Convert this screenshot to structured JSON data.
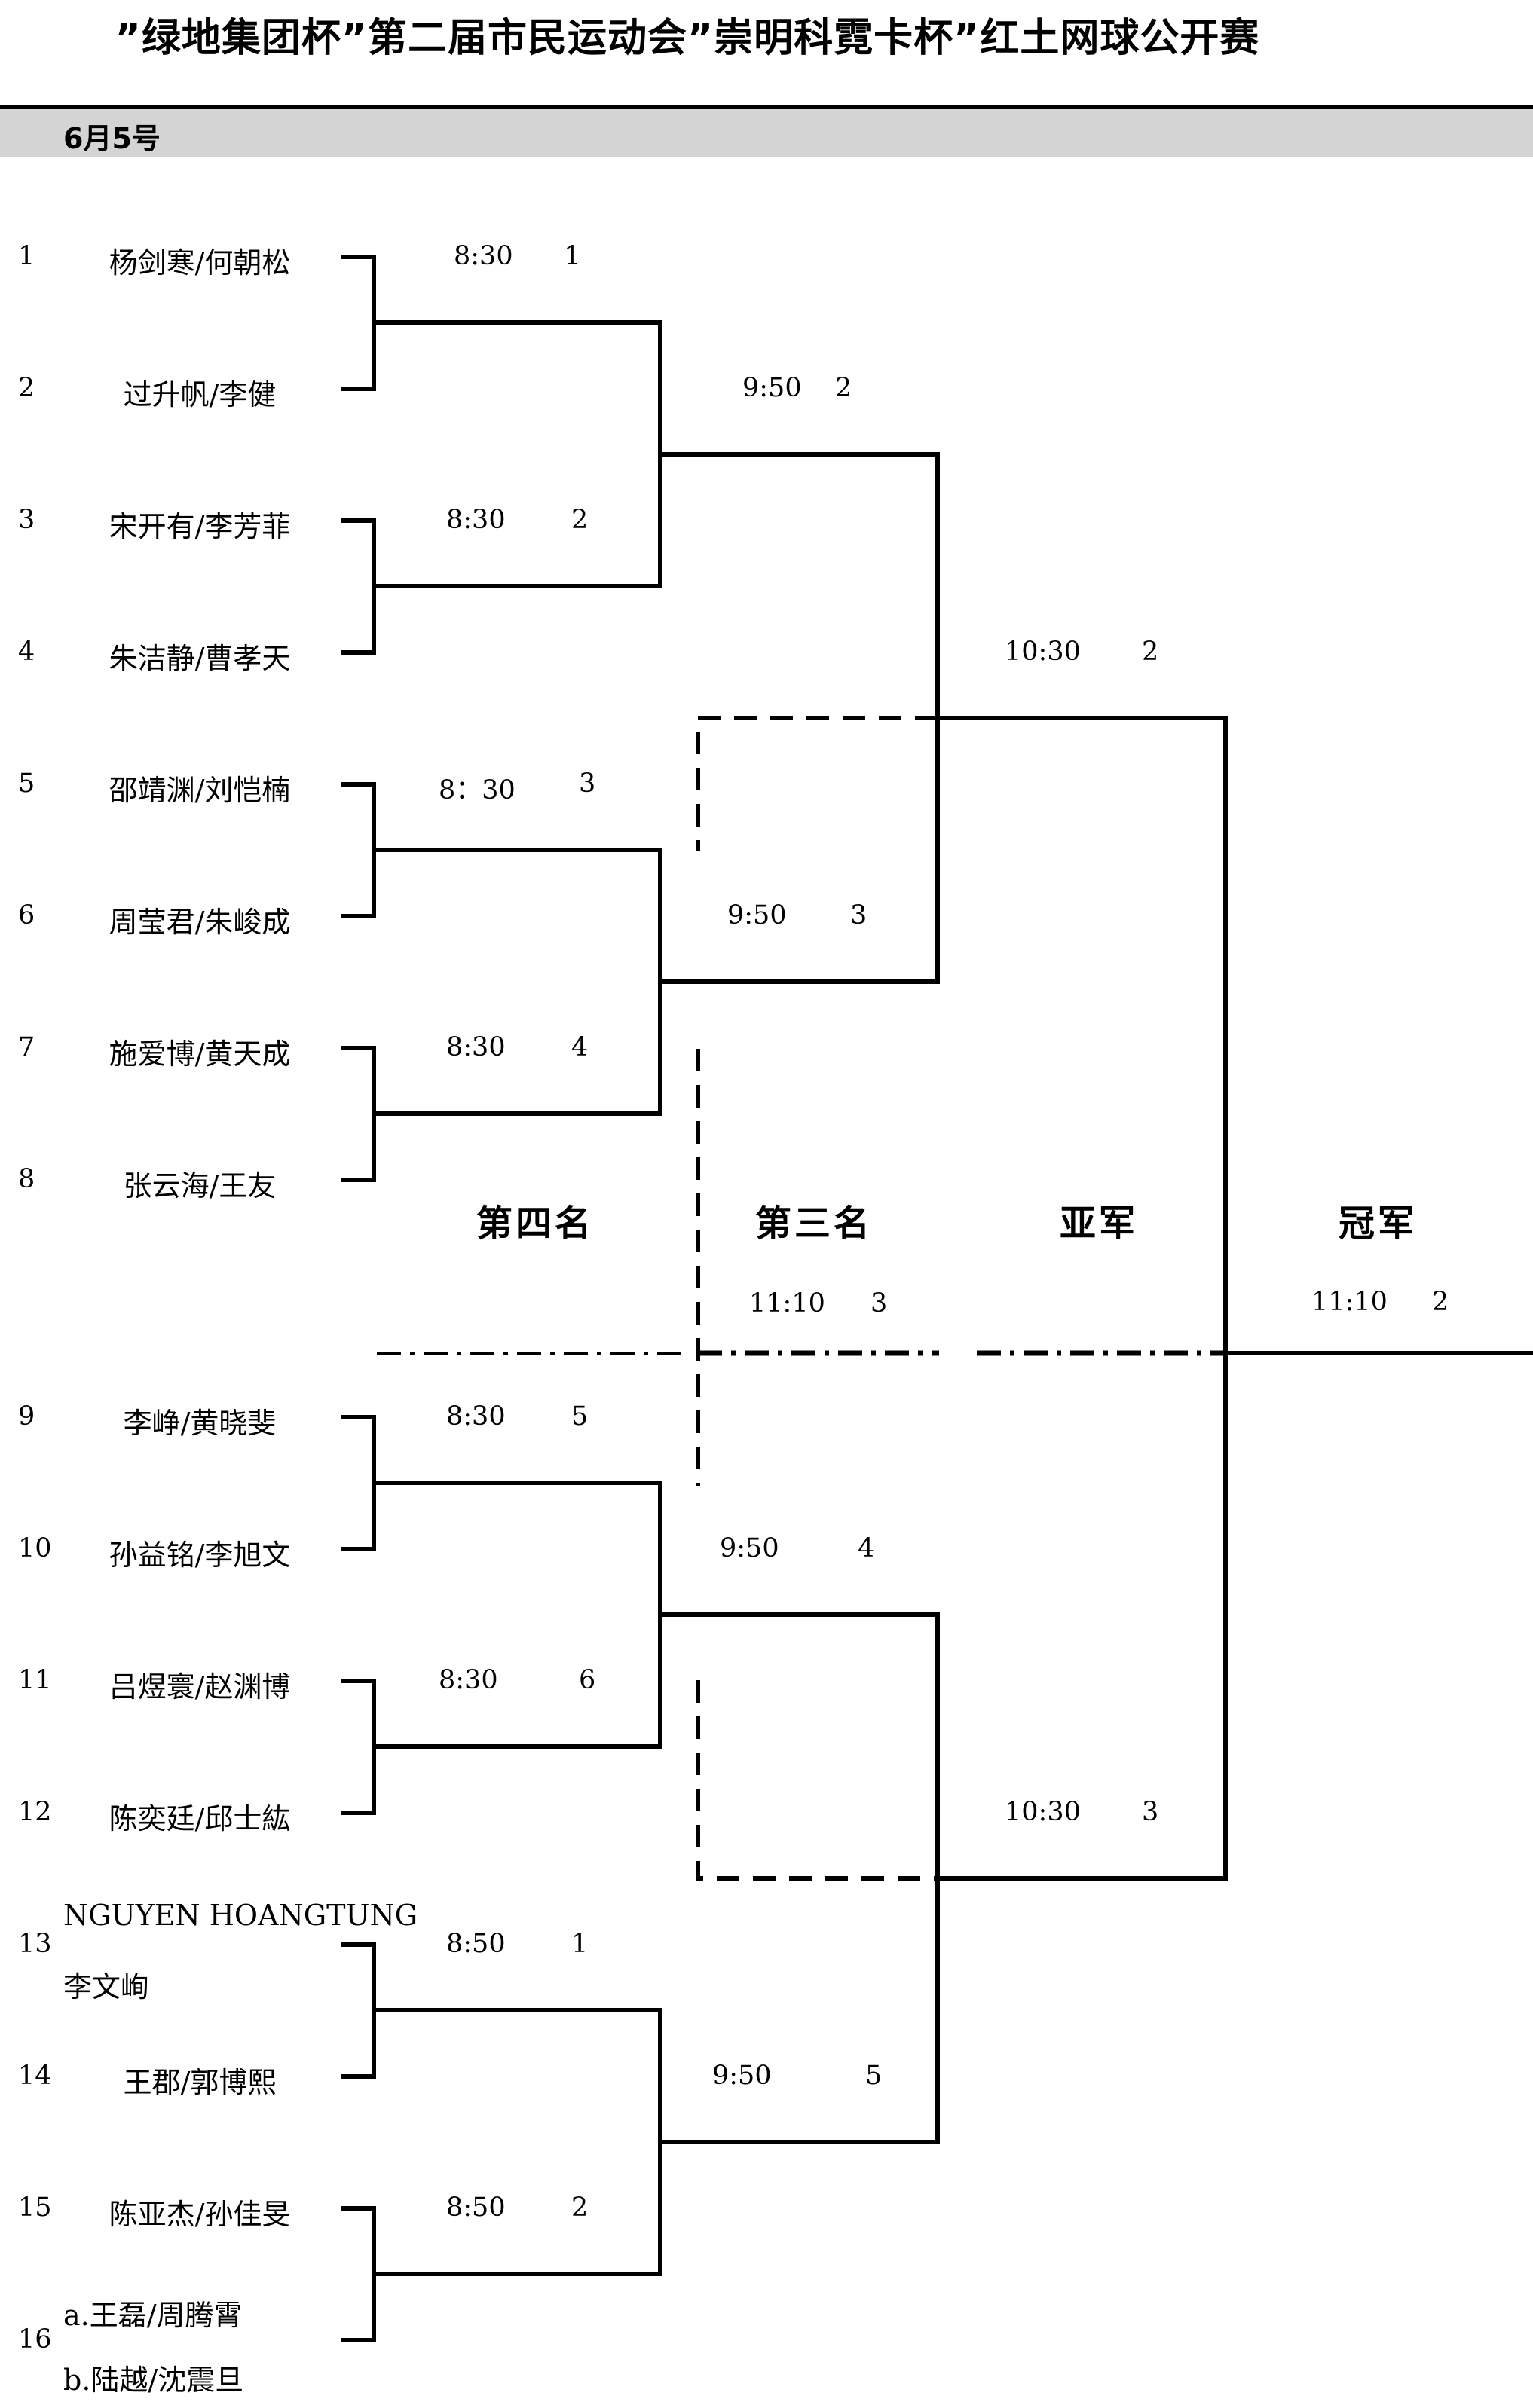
{
  "title": "”绿地集团杯”第二届市民运动会”崇明科霓卡杯”红土网球公开赛",
  "date": "6月5号",
  "players": [
    {
      "seed": "1",
      "name": "杨剑寒/何朝松"
    },
    {
      "seed": "2",
      "name": "过升帆/李健"
    },
    {
      "seed": "3",
      "name": "宋开有/李芳菲"
    },
    {
      "seed": "4",
      "name": "朱洁静/曹孝天"
    },
    {
      "seed": "5",
      "name": "邵靖渊/刘恺楠"
    },
    {
      "seed": "6",
      "name": "周莹君/朱峻成"
    },
    {
      "seed": "7",
      "name": "施爱博/黄天成"
    },
    {
      "seed": "8",
      "name": "张云海/王友"
    },
    {
      "seed": "9",
      "name": "李峥/黄晓斐"
    },
    {
      "seed": "10",
      "name": "孙益铭/李旭文"
    },
    {
      "seed": "11",
      "name": "吕煜寰/赵渊博"
    },
    {
      "seed": "12",
      "name": "陈奕廷/邱士紘"
    },
    {
      "seed": "13",
      "name_line1": "NGUYEN HOANGTUNG",
      "name_line2": "李文峋"
    },
    {
      "seed": "14",
      "name": "王郡/郭博熙"
    },
    {
      "seed": "15",
      "name": "陈亚杰/孙佳旻"
    },
    {
      "seed": "16",
      "name_line1": "a.王磊/周腾霄",
      "name_line2": "b.陆越/沈震旦"
    }
  ],
  "round1": [
    {
      "time": "8:30",
      "court": "1"
    },
    {
      "time": "8:30",
      "court": "2"
    },
    {
      "time": "8：30",
      "court": "3"
    },
    {
      "time": "8:30",
      "court": "4"
    },
    {
      "time": "8:30",
      "court": "5"
    },
    {
      "time": "8:30",
      "court": "6"
    },
    {
      "time": "8:50",
      "court": "1"
    },
    {
      "time": "8:50",
      "court": "2"
    }
  ],
  "round2": [
    {
      "time": "9:50",
      "court": "2"
    },
    {
      "time": "9:50",
      "court": "3"
    },
    {
      "time": "9:50",
      "court": "4"
    },
    {
      "time": "9:50",
      "court": "5"
    }
  ],
  "semis": [
    {
      "time": "10:30",
      "court": "2"
    },
    {
      "time": "10:30",
      "court": "3"
    }
  ],
  "third_place_match": {
    "time": "11:10",
    "court": "3"
  },
  "final_match": {
    "time": "11:10",
    "court": "2"
  },
  "places": {
    "fourth": "第四名",
    "third": "第三名",
    "runner_up": "亚军",
    "champion": "冠军"
  }
}
